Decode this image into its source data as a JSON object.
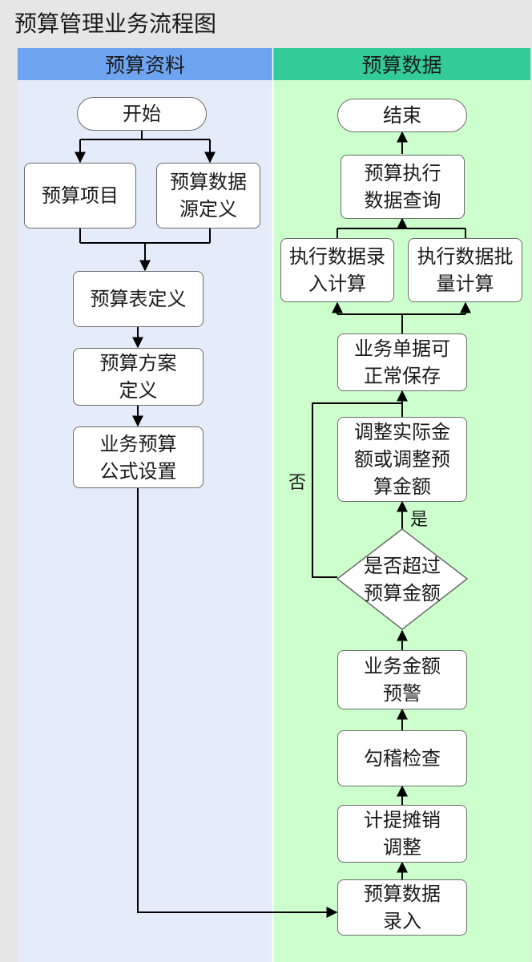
{
  "title": "预算管理业务流程图",
  "colors": {
    "lane_left_header": "#6fa4f0",
    "lane_left_body": "#e5ecf9",
    "lane_right_header": "#33cc99",
    "lane_right_body": "#ccffcc",
    "border": "#6b6b6b",
    "line": "#000000"
  },
  "lanes": {
    "left": "预算资料",
    "right": "预算数据"
  },
  "nodes": {
    "start": "开始",
    "budget_item": "预算项目",
    "data_source_def": "预算数据\n源定义",
    "table_def": "预算表定义",
    "scheme_def": "预算方案\n定义",
    "formula_setup": "业务预算\n公式设置",
    "data_entry": "预算数据\n录入",
    "accrual_adjust": "计提摊销\n调整",
    "reconcile_check": "勾稽检查",
    "amount_warning": "业务金额\n预警",
    "over_budget": "是否超过\n预算金额",
    "adjust_amount": "调整实际金\n额或调整预\n算金额",
    "doc_save": "业务单据可\n正常保存",
    "entry_calc": "执行数据录\n入计算",
    "batch_calc": "执行数据批\n量计算",
    "exec_query": "预算执行\n数据查询",
    "end": "结束"
  },
  "edge_labels": {
    "yes": "是",
    "no": "否"
  }
}
